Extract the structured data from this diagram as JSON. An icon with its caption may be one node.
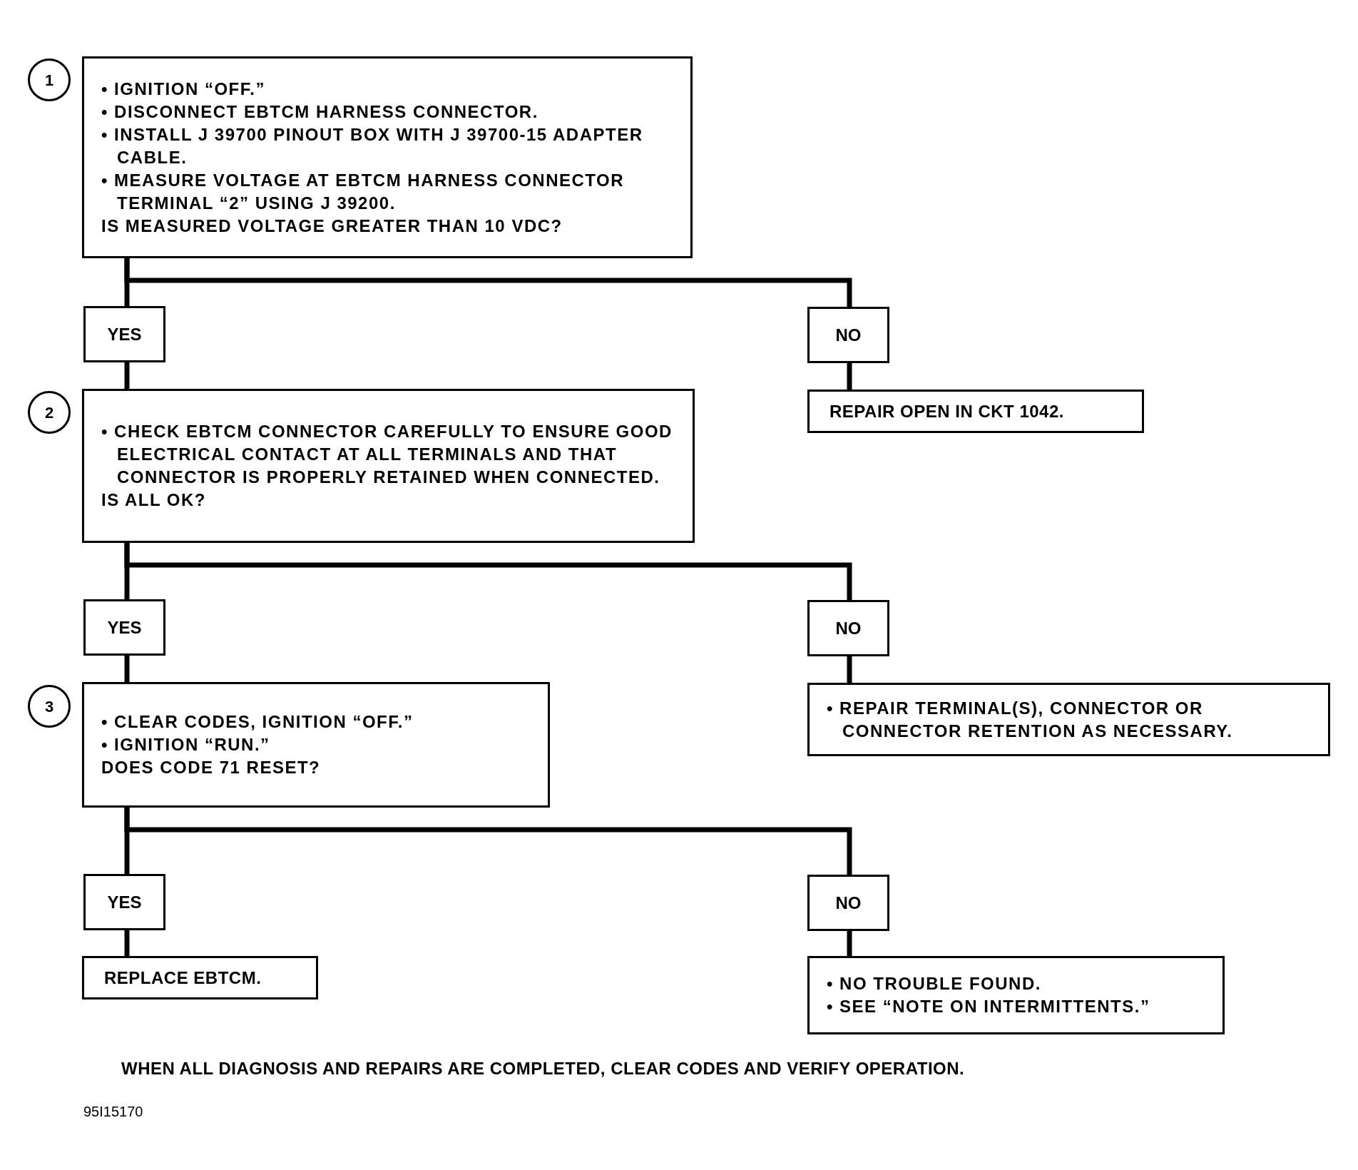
{
  "diagram": {
    "nodes": [
      {
        "text": [
          "1"
        ]
      },
      {
        "text": [
          "• IGNITION “OFF.”",
          "• DISCONNECT EBTCM HARNESS CONNECTOR.",
          "• INSTALL J 39700 PINOUT BOX WITH J 39700-15 ADAPTER CABLE.",
          "• MEASURE VOLTAGE AT EBTCM HARNESS CONNECTOR TERMINAL “2” USING J 39200.",
          "IS MEASURED VOLTAGE GREATER THAN 10 VDC?"
        ]
      },
      {
        "text": [
          "YES"
        ]
      },
      {
        "text": [
          "NO"
        ]
      },
      {
        "text": [
          "2"
        ]
      },
      {
        "text": [
          "• CHECK EBTCM CONNECTOR CAREFULLY TO ENSURE GOOD ELECTRICAL CONTACT AT ALL TERMINALS AND THAT CONNECTOR IS PROPERLY RETAINED WHEN CONNECTED.",
          "IS ALL OK?"
        ]
      },
      {
        "text": [
          "REPAIR OPEN IN CKT 1042."
        ]
      },
      {
        "text": [
          "YES"
        ]
      },
      {
        "text": [
          "NO"
        ]
      },
      {
        "text": [
          "3"
        ]
      },
      {
        "text": [
          "• CLEAR CODES, IGNITION “OFF.”",
          "• IGNITION “RUN.”",
          "DOES CODE 71 RESET?"
        ]
      },
      {
        "text": [
          "• REPAIR TERMINAL(S), CONNECTOR OR CONNECTOR RETENTION AS NECESSARY."
        ]
      },
      {
        "text": [
          "YES"
        ]
      },
      {
        "text": [
          "NO"
        ]
      },
      {
        "text": [
          "REPLACE EBTCM."
        ]
      },
      {
        "text": [
          "• NO TROUBLE FOUND.",
          "• SEE “NOTE ON INTERMITTENTS.”"
        ]
      }
    ],
    "edges": [
      {
        "from": 1,
        "to": 2,
        "arrow": "none"
      },
      {
        "from": 1,
        "to": 3,
        "arrow": "none"
      },
      {
        "from": 2,
        "to": 5,
        "arrow": "none"
      },
      {
        "from": 3,
        "to": 6,
        "arrow": "none"
      },
      {
        "from": 5,
        "to": 7,
        "arrow": "none"
      },
      {
        "from": 5,
        "to": 8,
        "arrow": "none"
      },
      {
        "from": 7,
        "to": 10,
        "arrow": "none"
      },
      {
        "from": 8,
        "to": 11,
        "arrow": "none"
      },
      {
        "from": 10,
        "to": 12,
        "arrow": "none"
      },
      {
        "from": 10,
        "to": 13,
        "arrow": "none"
      },
      {
        "from": 12,
        "to": 14,
        "arrow": "none"
      },
      {
        "from": 13,
        "to": 15,
        "arrow": "none"
      }
    ],
    "labels": [
      "WHEN ALL DIAGNOSIS AND REPAIRS ARE COMPLETED, CLEAR CODES AND VERIFY OPERATION.",
      "95I15170"
    ]
  }
}
